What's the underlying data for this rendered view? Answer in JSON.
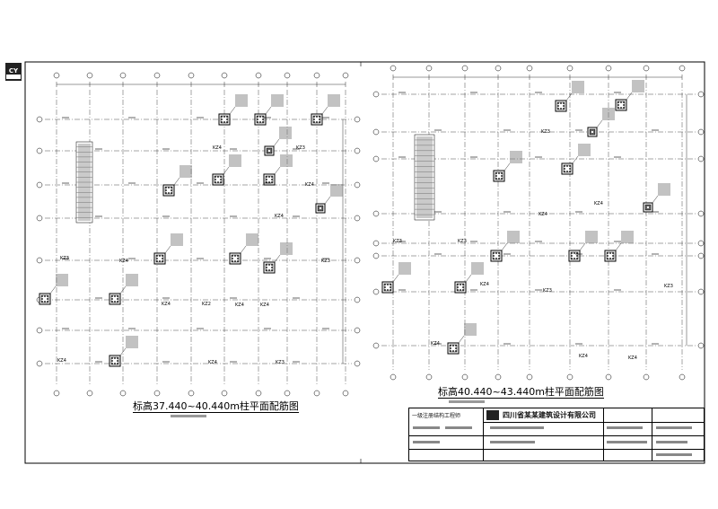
{
  "logo_text": "CY",
  "plan_left": {
    "title": "标高37.440~40.440m柱平面配筋图",
    "column_labels": [
      "KZ3",
      "KZ4",
      "KZ3",
      "KZ4",
      "KZ4",
      "KZ4",
      "KZ3",
      "KZ4",
      "KZ4",
      "KZ3",
      "KZ4",
      "KZ2",
      "KZ4",
      "KZ4"
    ]
  },
  "plan_right": {
    "title": "标高40.440~43.440m柱平面配筋图",
    "column_labels": [
      "KZ3",
      "KZ3",
      "KZ3",
      "KZ4",
      "KZ4",
      "KZ4",
      "KZ3",
      "KZ4",
      "KZ4",
      "KZ4",
      "KZ3"
    ]
  },
  "title_block": {
    "company": "四川省某某建筑设计有限公司",
    "cert": "一级注册结构工程师"
  }
}
